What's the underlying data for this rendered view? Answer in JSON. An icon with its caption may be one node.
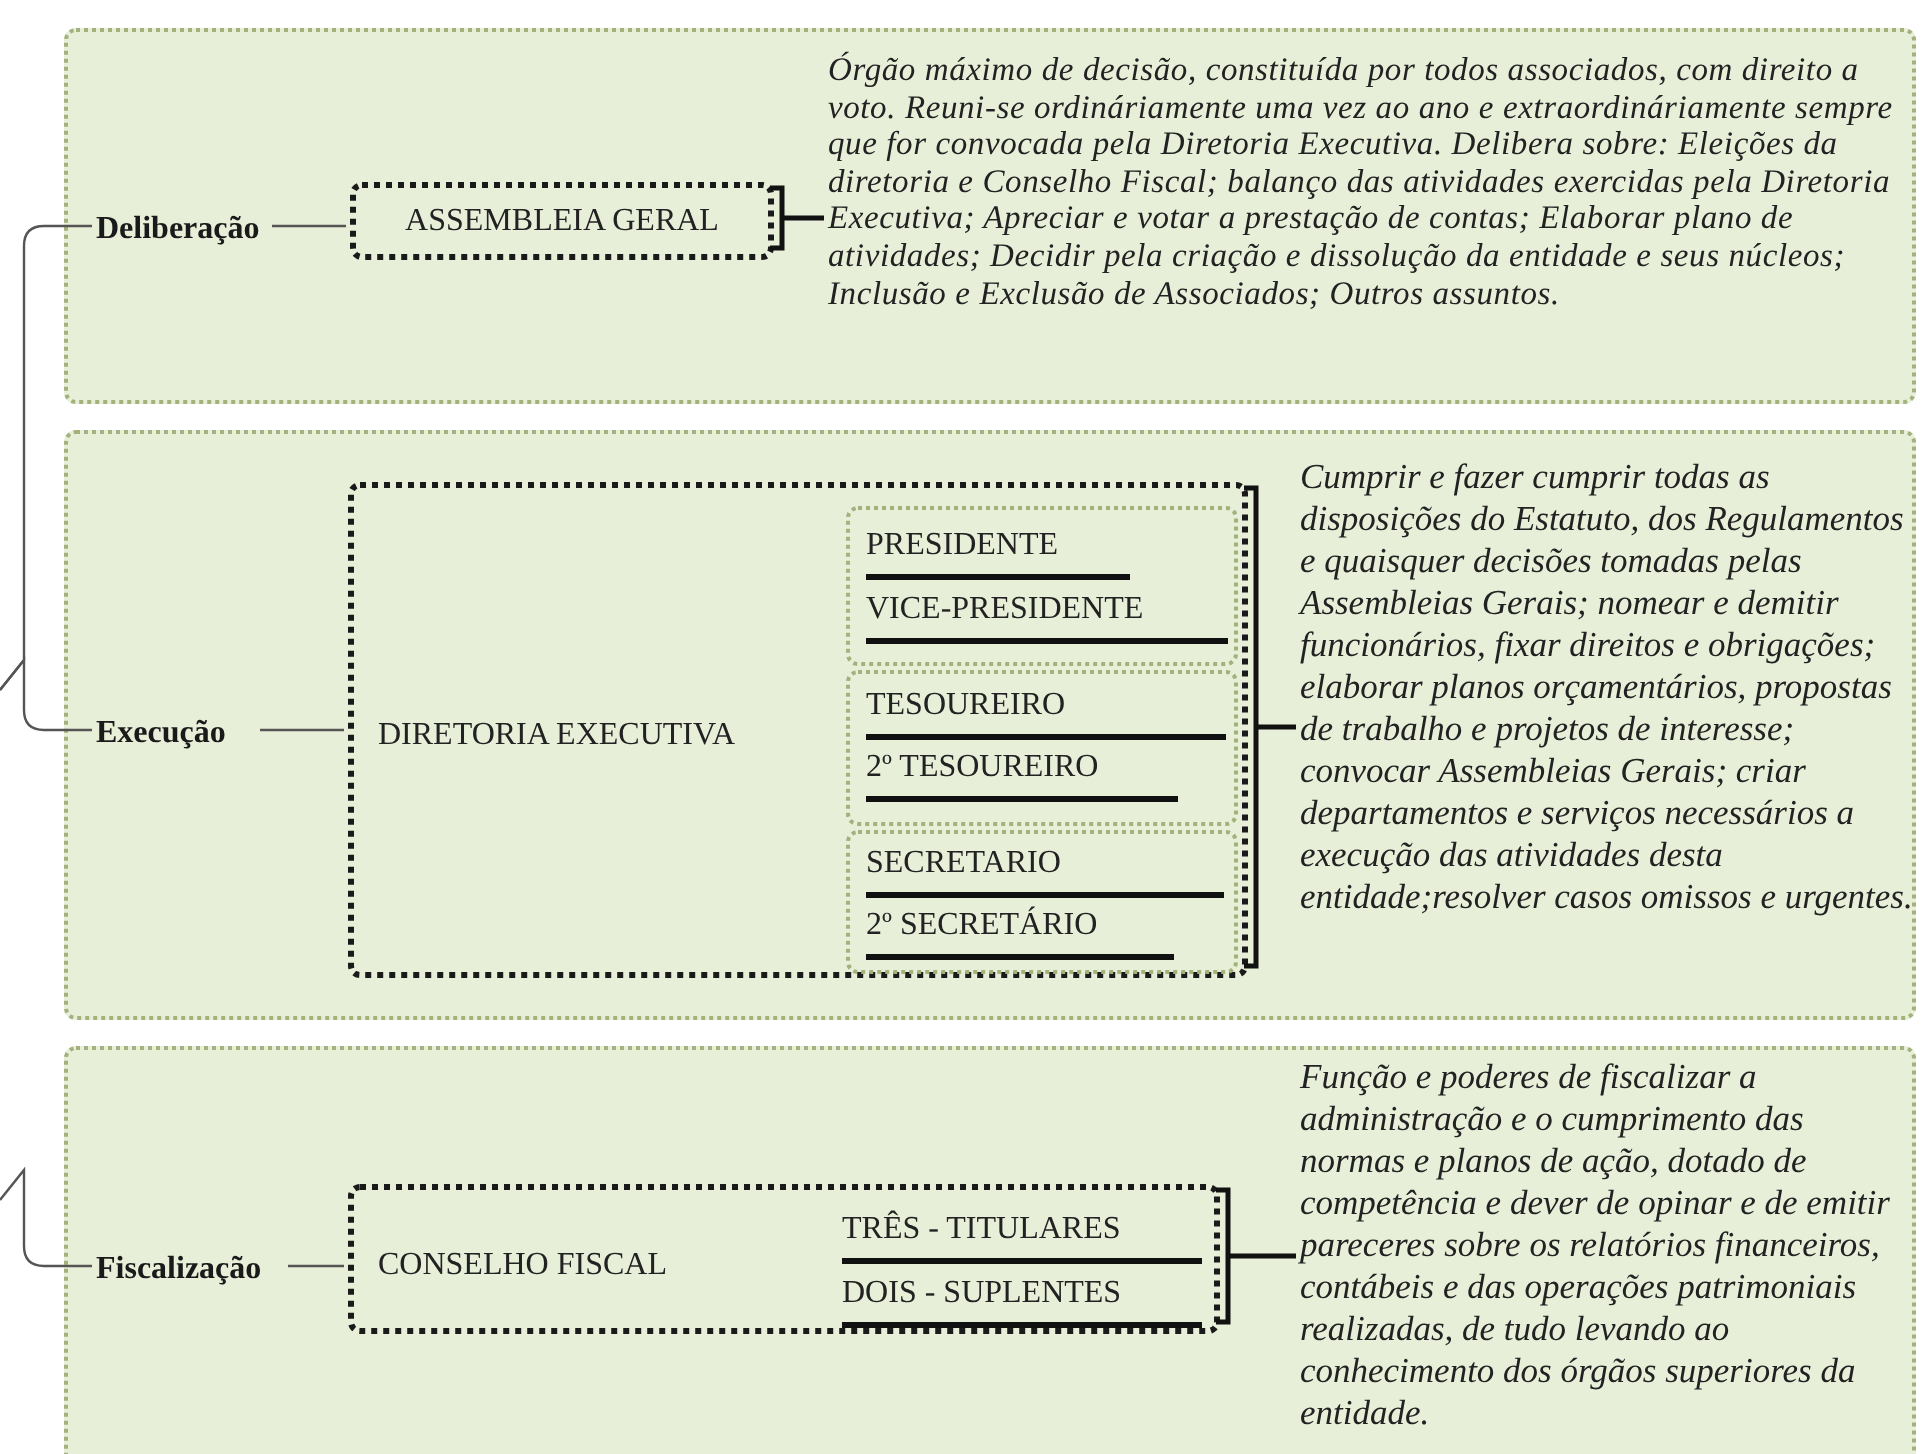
{
  "diagram": {
    "nodes": [
      {
        "text": [],
        "shape": "box"
      },
      {
        "text": [
          "Deliberação"
        ],
        "in": 0
      },
      {
        "text": [
          "ASSEMBLEIA GERAL"
        ],
        "in": 0
      },
      {
        "text": [
          "Órgão máximo de decisão, constituída por todos associados, com direito a voto. Reuni-se ordináriamente uma vez ao ano e extraordináriamente sempre que for convocada pela Diretoria Executiva. Delibera sobre: Eleições da diretoria e Conselho Fiscal; balanço das atividades exercidas pela Diretoria Executiva; Apreciar e votar a prestação de contas; Elaborar plano de atividades; Decidir pela criação e dissolução da entidade e seus núcleos; Inclusão e Exclusão de Associados; Outros assuntos."
        ],
        "in": 0
      },
      {
        "text": [],
        "shape": "box"
      },
      {
        "text": [
          "Execução"
        ],
        "in": 4
      },
      {
        "text": [
          "DIRETORIA EXECUTIVA"
        ],
        "in": 4
      },
      {
        "text": [],
        "shape": "box",
        "in": 6
      },
      {
        "text": [
          "PRESIDENTE"
        ],
        "in": 7
      },
      {
        "text": [
          "VICE-PRESIDENTE"
        ],
        "in": 7
      },
      {
        "text": [],
        "shape": "box",
        "in": 6
      },
      {
        "text": [
          "TESOUREIRO"
        ],
        "in": 10
      },
      {
        "text": [
          "2º TESOUREIRO"
        ],
        "in": 10
      },
      {
        "text": [],
        "shape": "box",
        "in": 6
      },
      {
        "text": [
          "SECRETARIO"
        ],
        "in": 13
      },
      {
        "text": [
          "2º SECRETÁRIO"
        ],
        "in": 13
      },
      {
        "text": [
          "Cumprir e fazer cumprir todas as disposições do Estatuto, dos Regulamentos e quaisquer decisões tomadas pelas Assembleias Gerais; nomear e demitir funcionários, fixar direitos e obrigações; elaborar planos orçamentários, propostas de trabalho e projetos de interesse; convocar Assembleias Gerais; criar departamentos e serviços necessários a execução das atividades desta entidade;resolver casos omissos e urgentes."
        ],
        "in": 4
      },
      {
        "text": [],
        "shape": "box"
      },
      {
        "text": [
          "Fiscalização"
        ],
        "in": 17
      },
      {
        "text": [
          "CONSELHO FISCAL"
        ],
        "in": 17
      },
      {
        "text": [
          "TRÊS - TITULARES"
        ],
        "in": 19
      },
      {
        "text": [
          "DOIS - SUPLENTES"
        ],
        "in": 19
      },
      {
        "text": [
          "Função e poderes de fiscalizar a administração e o cumprimento das normas e planos de ação, dotado de competência e dever de opinar e de emitir pareceres sobre os relatórios financeiros, contábeis e das operações patrimoniais realizadas, de tudo levando ao conhecimento dos órgãos superiores da entidade."
        ],
        "in": 17
      }
    ],
    "edges": [
      {
        "from": null,
        "to": 1,
        "arrow": "none"
      },
      {
        "from": null,
        "to": 5,
        "arrow": "none"
      },
      {
        "from": null,
        "to": 18,
        "arrow": "none"
      },
      {
        "from": 1,
        "to": 2,
        "arrow": "none"
      },
      {
        "from": 5,
        "to": 6,
        "arrow": "none"
      },
      {
        "from": 18,
        "to": 19,
        "arrow": "none"
      },
      {
        "from": 2,
        "to": 3,
        "arrow": "none"
      },
      {
        "from": 6,
        "to": 16,
        "arrow": "none"
      },
      {
        "from": 19,
        "to": 22,
        "arrow": "none"
      }
    ]
  }
}
